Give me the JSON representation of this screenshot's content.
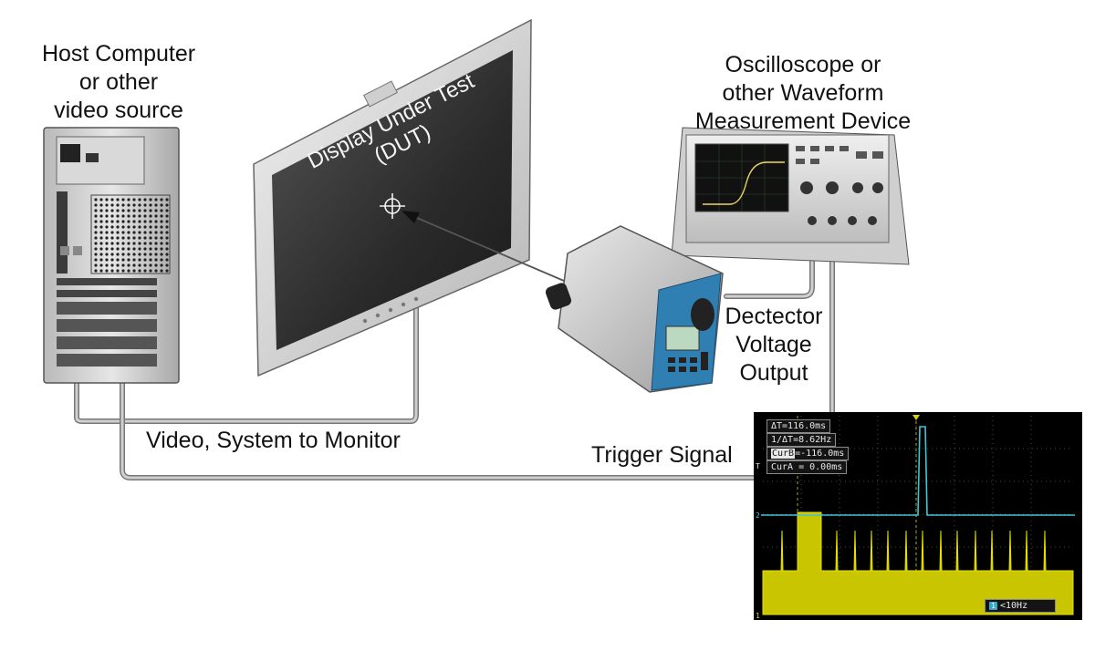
{
  "labels": {
    "host": [
      "Host Computer",
      "or other",
      "video source"
    ],
    "scope_device": [
      "Oscilloscope or",
      "other Waveform",
      "Measurement Device"
    ],
    "dut": [
      "Display Under Test",
      "(DUT)"
    ],
    "detector": [
      "Dectector",
      "Voltage",
      "Output"
    ],
    "video_cable": "Video, System to Monitor",
    "trigger": "Trigger Signal"
  },
  "readouts": {
    "delta_t": "ΔT=116.0ms",
    "inv_delta_t": "1/ΔT=8.62Hz",
    "cur_b_name": "CurB",
    "cur_b_value": "=-116.0ms",
    "cur_a": "CurA = 0.00ms",
    "freq": "<10Hz",
    "ch1_marker": "1",
    "ch2_marker": "2",
    "t_marker": "T"
  },
  "colors": {
    "cable": "#9a9a9a",
    "trace_cyan": "#3fc6d6",
    "trace_yellow": "#d8d400",
    "detector_blue": "#2f7fb3",
    "screen": "#2a2a2a"
  }
}
